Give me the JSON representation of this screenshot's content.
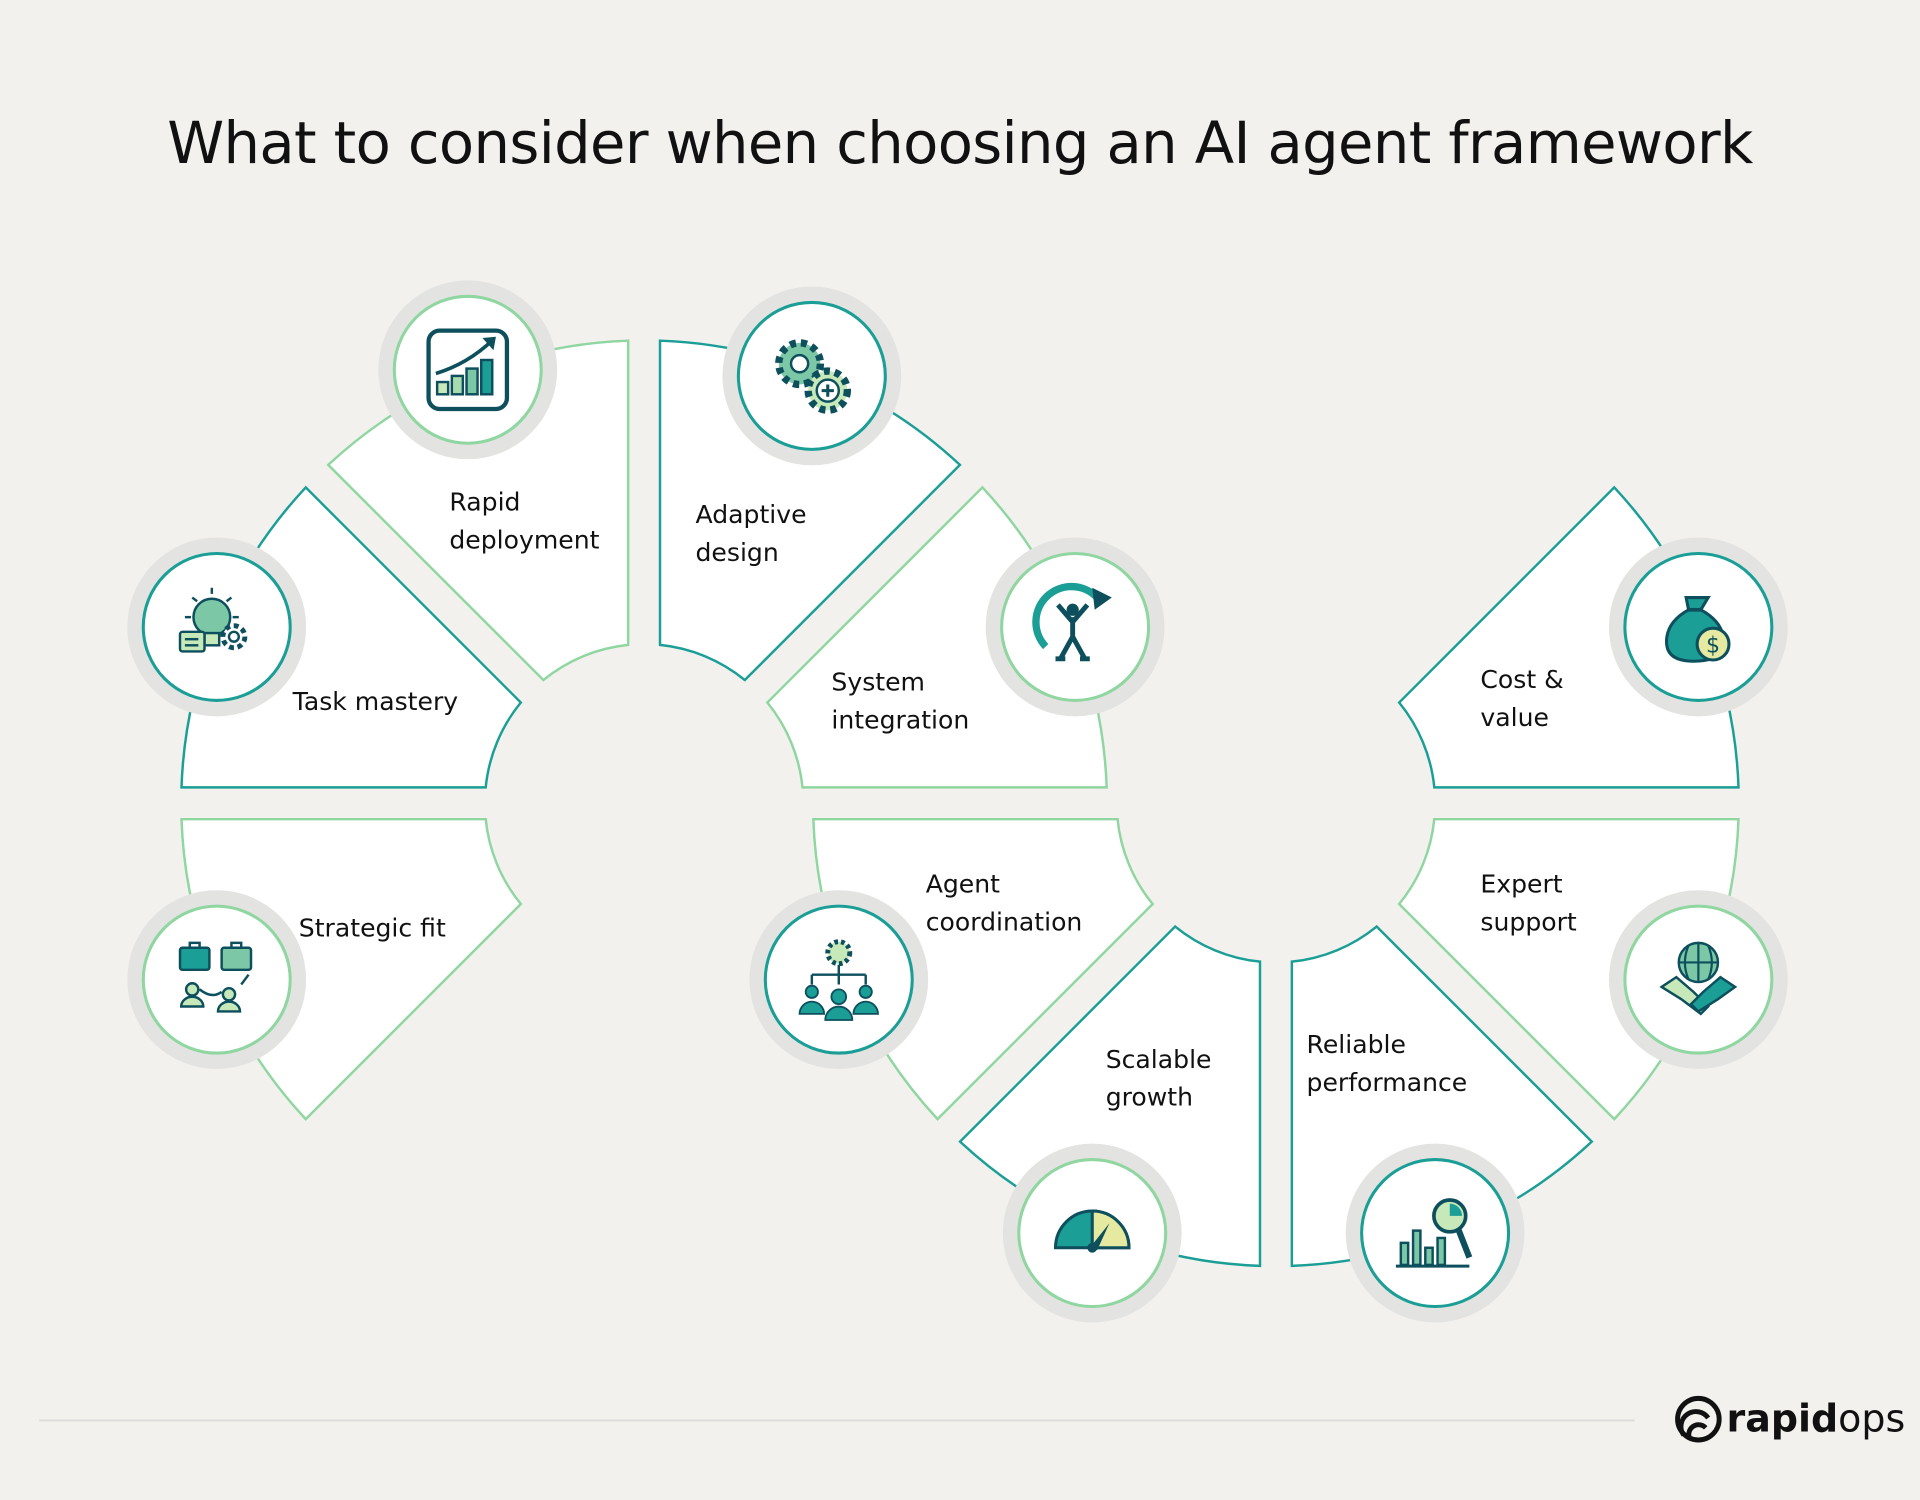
{
  "title": "What to consider when choosing an AI agent framework",
  "colors": {
    "background": "#f2f1ee",
    "teal": "#1a9e96",
    "green": "#8fd6a0",
    "dark": "#0d4f5c",
    "ring": "#e3e3e1"
  },
  "items": [
    {
      "id": "task-mastery",
      "lines": [
        "Task mastery"
      ],
      "icon": "lightbulb-gear-icon"
    },
    {
      "id": "rapid-deployment",
      "lines": [
        "Rapid",
        "deployment"
      ],
      "icon": "growth-chart-icon"
    },
    {
      "id": "adaptive-design",
      "lines": [
        "Adaptive",
        "design"
      ],
      "icon": "gears-icon"
    },
    {
      "id": "system-integration",
      "lines": [
        "System",
        "integration"
      ],
      "icon": "person-arrow-icon"
    },
    {
      "id": "strategic-fit",
      "lines": [
        "Strategic fit"
      ],
      "icon": "briefcase-people-icon"
    },
    {
      "id": "agent-coordination",
      "lines": [
        "Agent",
        "coordination"
      ],
      "icon": "team-gear-icon"
    },
    {
      "id": "scalable-growth",
      "lines": [
        "Scalable",
        "growth"
      ],
      "icon": "gauge-icon"
    },
    {
      "id": "reliable-performance",
      "lines": [
        "Reliable",
        "performance"
      ],
      "icon": "chart-magnifier-icon"
    },
    {
      "id": "expert-support",
      "lines": [
        "Expert",
        "support"
      ],
      "icon": "globe-handshake-icon"
    },
    {
      "id": "cost-value",
      "lines": [
        "Cost &",
        "value"
      ],
      "icon": "money-bag-icon"
    }
  ],
  "logo": {
    "bold": "rapid",
    "light": "ops"
  }
}
